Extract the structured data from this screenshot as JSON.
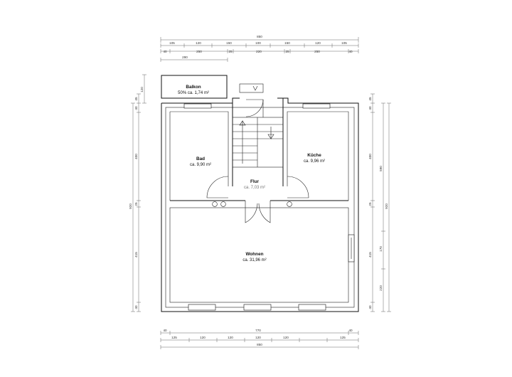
{
  "rooms": {
    "balkon": {
      "name": "Balkon",
      "area": "50% ca. 1,74 m²"
    },
    "bad": {
      "name": "Bad",
      "area": "ca. 9,90 m²"
    },
    "kueche": {
      "name": "Küche",
      "area": "ca. 9,96 m²"
    },
    "flur": {
      "name": "Flur",
      "area": "ca. 7,03 m²"
    },
    "wohnen": {
      "name": "Wohnen",
      "area": "ca. 31,96 m²"
    }
  },
  "dimensions": {
    "top_total": "850",
    "top_row1": [
      "105",
      "120",
      "150",
      "100",
      "150",
      "120",
      "105"
    ],
    "top_row2": [
      "40",
      "250",
      "25",
      "220",
      "25",
      "250",
      "40"
    ],
    "top_row3": "290",
    "bottom_row1": [
      "40",
      "770",
      "40"
    ],
    "bottom_row2": [
      "125",
      "120",
      "120",
      "120",
      "120",
      "125"
    ],
    "bottom_total": "850",
    "left_outer": "920",
    "left_inner": [
      "120",
      "45",
      "40",
      "400",
      "25",
      "415",
      "40"
    ],
    "right_a": [
      "45",
      "40",
      "400",
      "25",
      "415",
      "40"
    ],
    "right_b": [
      "590",
      "170",
      "220"
    ],
    "right_c": "920"
  }
}
